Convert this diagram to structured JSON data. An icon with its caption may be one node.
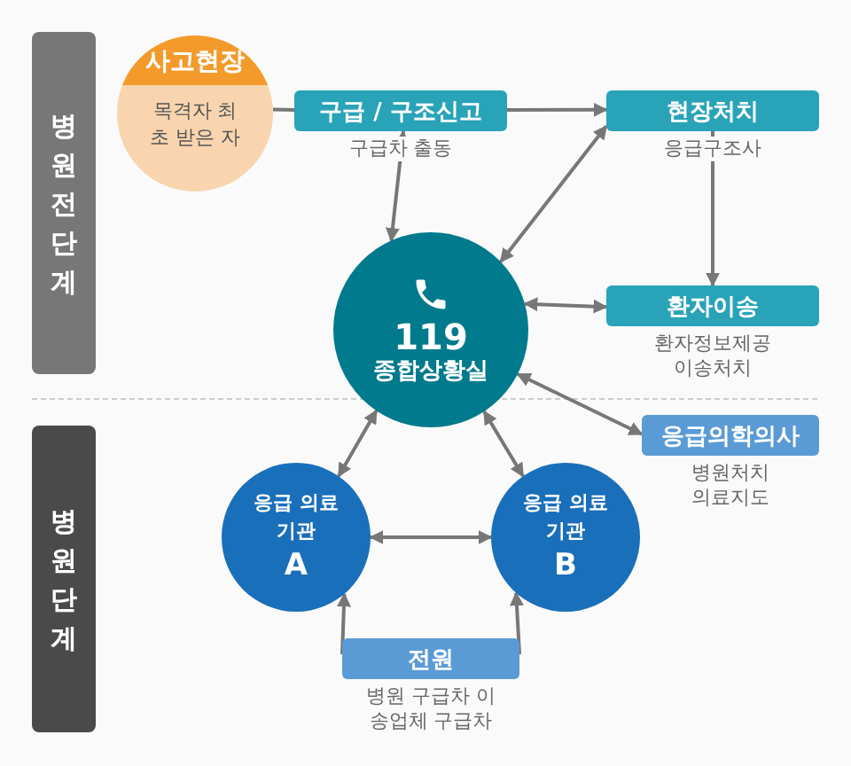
{
  "diagram": {
    "nodes": [
      {
        "text": [
          "병원 전 단계"
        ]
      },
      {
        "text": [
          "병원 단계"
        ]
      },
      {
        "text": [
          "사고현장",
          "목격자 최초 받은 자"
        ]
      },
      {
        "text": [
          "구급 / 구조신고"
        ],
        "beside": [
          "구급차 출동"
        ]
      },
      {
        "text": [
          "현장처치"
        ],
        "beside": [
          "응급구조사"
        ]
      },
      {
        "text": [
          "119",
          "종합상황실"
        ]
      },
      {
        "text": [
          "환자이송"
        ],
        "beside": [
          "환자정보제공 이송처치"
        ]
      },
      {
        "text": [
          "응급의학의사"
        ],
        "beside": [
          "병원처치 의료지도"
        ]
      },
      {
        "text": [
          "응급 의료기관",
          "A"
        ]
      },
      {
        "text": [
          "응급 의료기관",
          "B"
        ]
      },
      {
        "text": [
          "전원"
        ],
        "beside": [
          "병원 구급차 이송업체 구급차"
        ]
      }
    ],
    "edges": [
      {
        "from": 2,
        "to": 3,
        "arrow": "none"
      },
      {
        "from": 3,
        "to": 4,
        "arrow": "to"
      },
      {
        "from": 3,
        "to": 5,
        "arrow": "both"
      },
      {
        "from": 4,
        "to": 5,
        "arrow": "both"
      },
      {
        "from": 4,
        "to": 6,
        "arrow": "to"
      },
      {
        "from": 5,
        "to": 6,
        "arrow": "both"
      },
      {
        "from": 5,
        "to": 7,
        "arrow": "both"
      },
      {
        "from": 5,
        "to": 8,
        "arrow": "both"
      },
      {
        "from": 5,
        "to": 9,
        "arrow": "both"
      },
      {
        "from": 8,
        "to": 9,
        "arrow": "both"
      },
      {
        "from": 10,
        "to": 8,
        "arrow": "to"
      },
      {
        "from": 10,
        "to": 9,
        "arrow": "to"
      }
    ]
  }
}
